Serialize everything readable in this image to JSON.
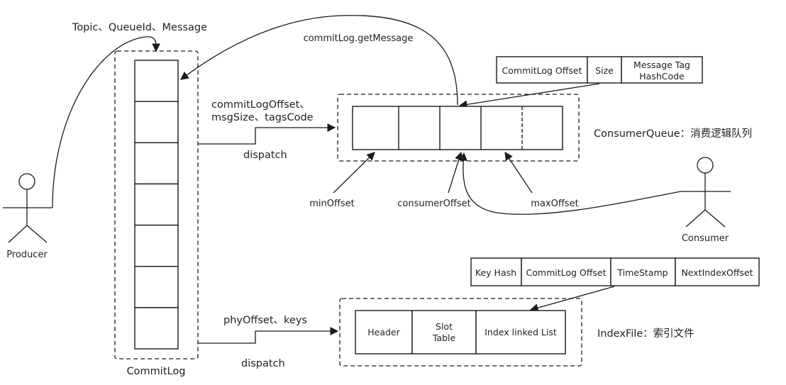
{
  "producer": {
    "label": "Producer"
  },
  "consumer": {
    "label": "Consumer"
  },
  "commitlog": {
    "label": "CommitLog",
    "slots": 7
  },
  "labels": {
    "topic_queue_message": "Topic、QueueId、Message",
    "get_message": "commitLog.getMessage",
    "consumequeue_fields_line1": "commitLogOffset、",
    "consumequeue_fields_line2": "msgSize、tagsCode",
    "dispatch_top": "dispatch",
    "index_fields": "phyOffset、keys",
    "dispatch_bottom": "dispatch",
    "min_offset": "minOffset",
    "consumer_offset": "consumerOffset",
    "max_offset": "maxOffset"
  },
  "consume_queue": {
    "title": "ConsumerQueue：消费逻辑队列",
    "entry_fields": [
      {
        "line1": "CommitLog Offset",
        "line2": ""
      },
      {
        "line1": "Size",
        "line2": ""
      },
      {
        "line1": "Message Tag",
        "line2": "HashCode"
      }
    ],
    "slots": 5
  },
  "index_file": {
    "title": "IndexFile：索引文件",
    "entry_fields": [
      "Key Hash",
      "CommitLog Offset",
      "TimeStamp",
      "NextIndexOffset"
    ],
    "parts": [
      {
        "line1": "Header",
        "line2": ""
      },
      {
        "line1": "Slot",
        "line2": "Table"
      },
      {
        "line1": "Index linked List",
        "line2": ""
      }
    ]
  }
}
